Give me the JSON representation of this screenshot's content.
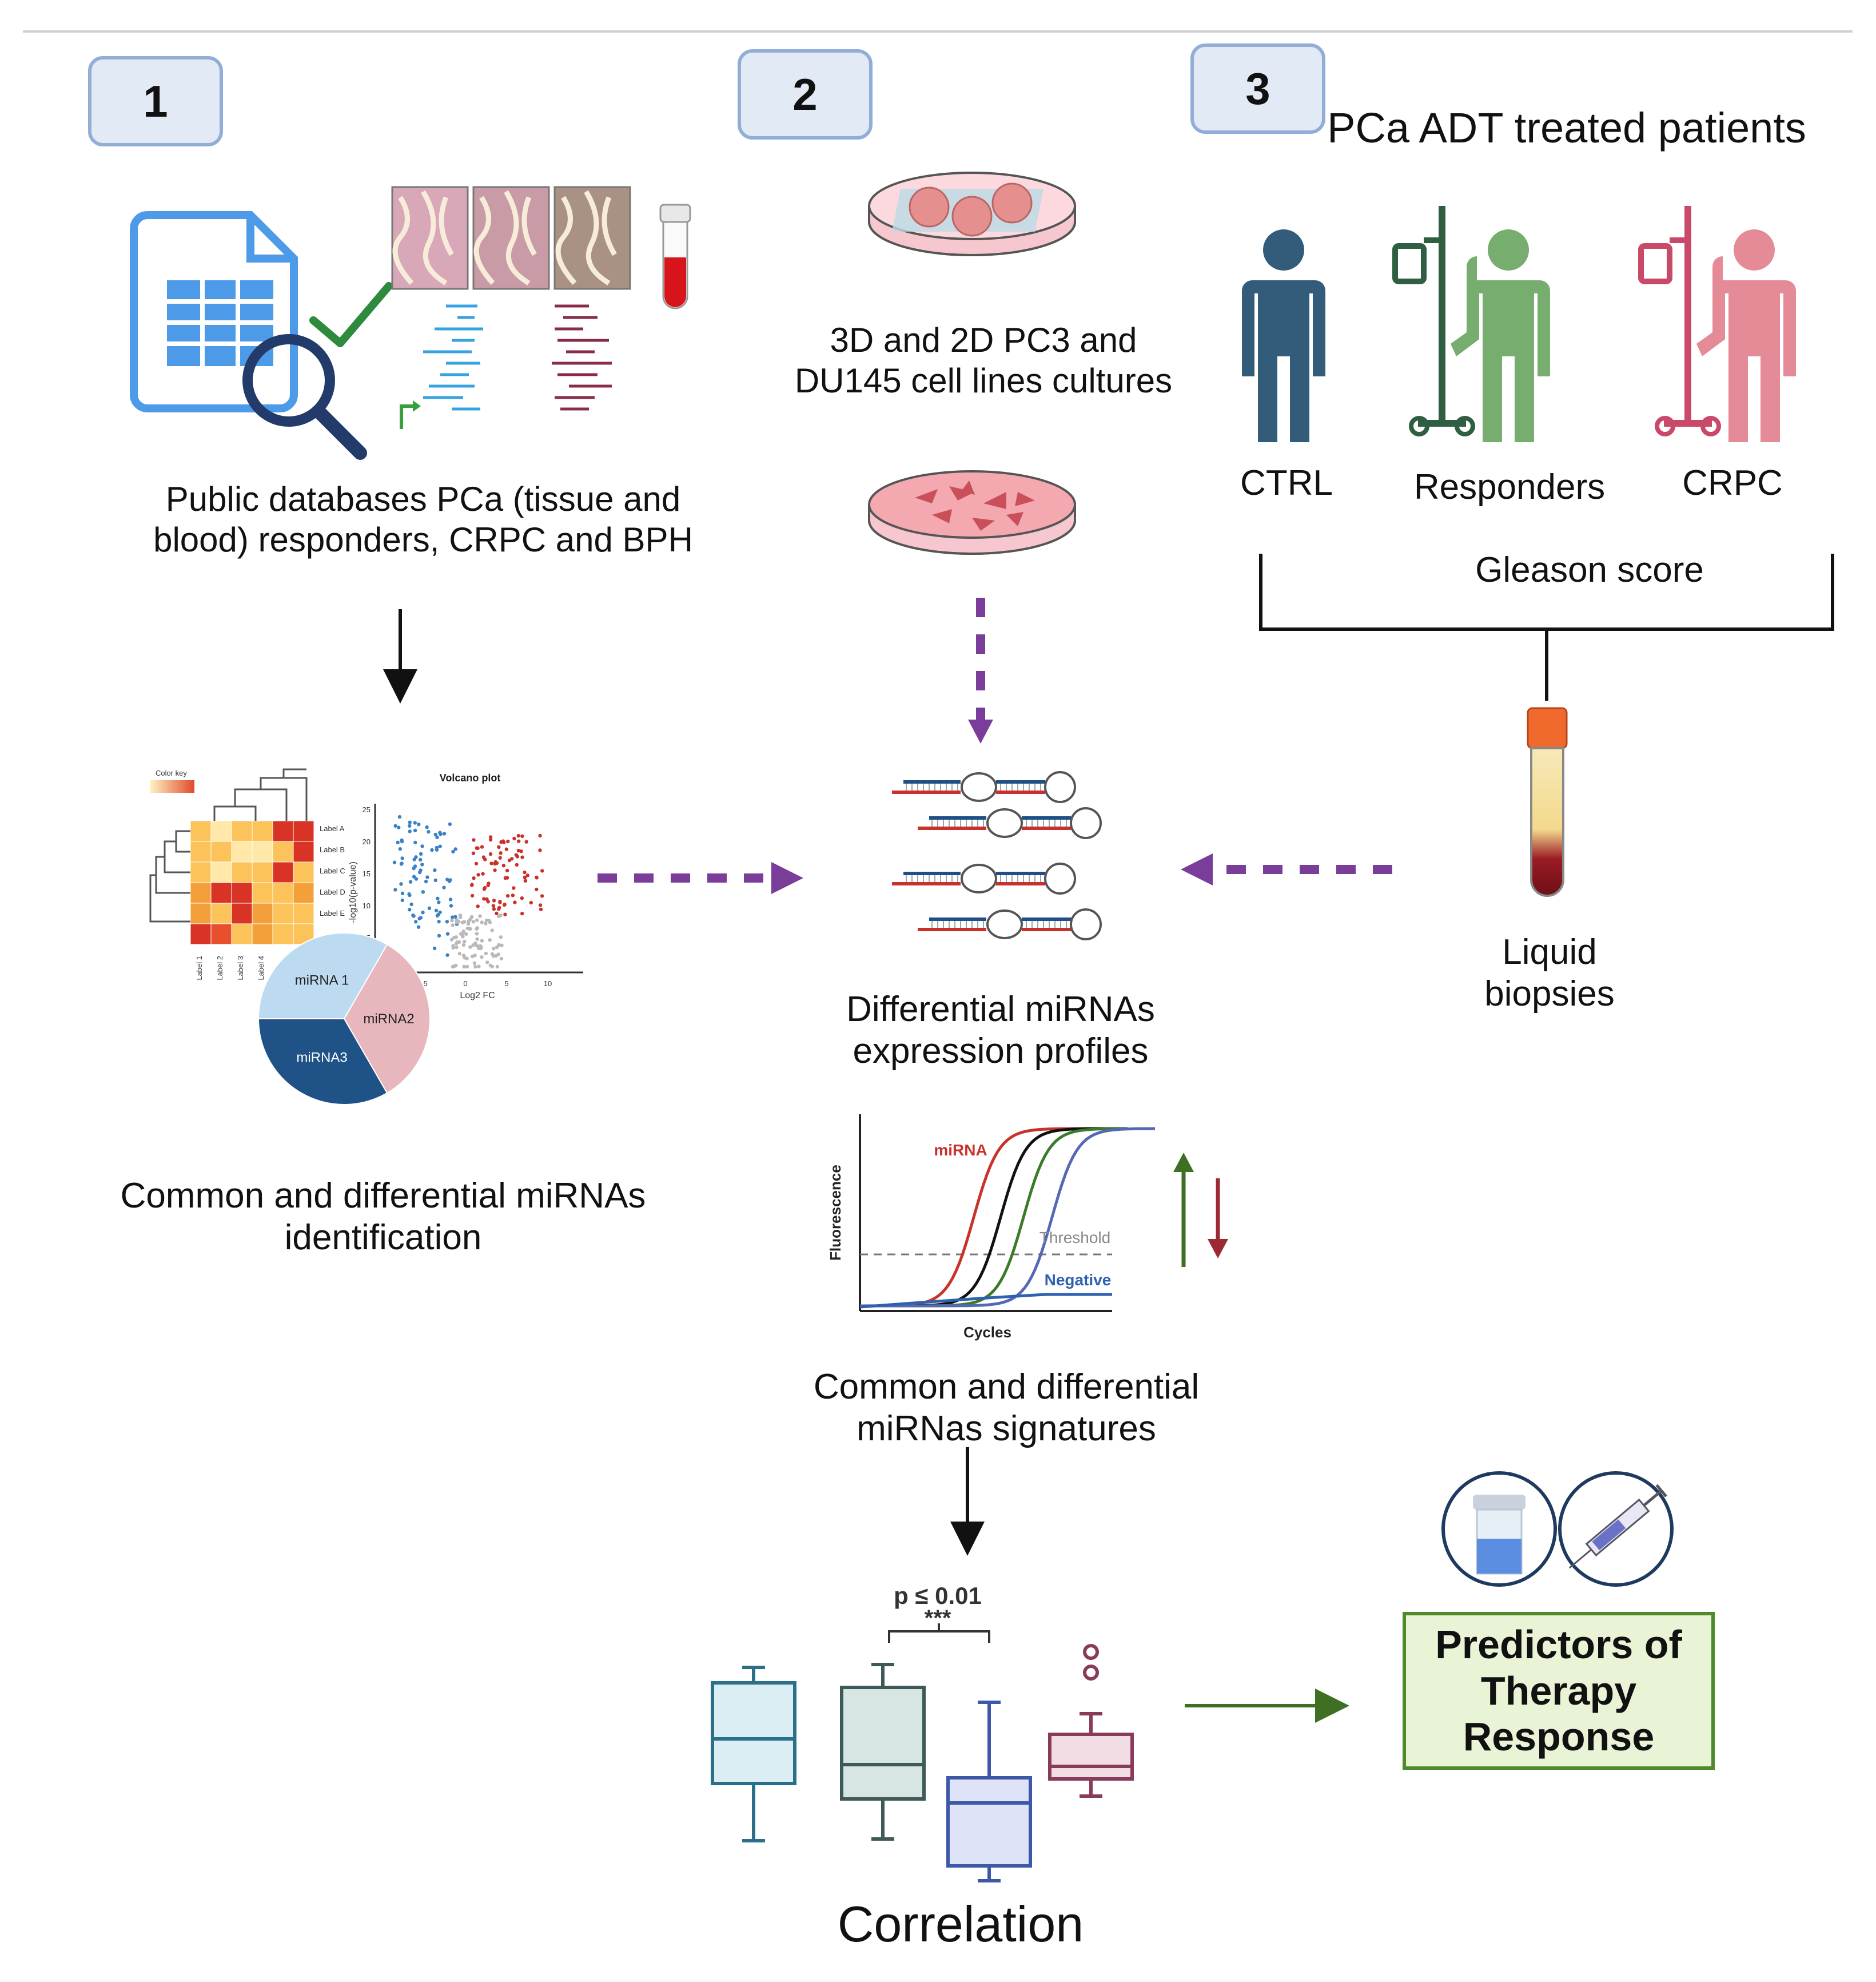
{
  "steps": [
    "1",
    "2",
    "3"
  ],
  "headers": {
    "patients_title": "PCa ADT treated patients"
  },
  "captions": {
    "public_db": "Public databases PCa (tissue and\nblood) responders, CRPC and BPH",
    "cultures": "3D and 2D PC3 and\nDU145 cell lines cultures",
    "identification": "Common and differential miRNAs\nidentification",
    "expression": "Differential miRNAs\nexpression profiles",
    "liquid": "Liquid\nbiopsies",
    "signatures": "Common and differential\nmiRNas signatures",
    "correlation": "Correlation"
  },
  "patients": {
    "ctrl": "CTRL",
    "responders": "Responders",
    "crpc": "CRPC",
    "gleason": "Gleason score"
  },
  "heatmap": {
    "color_key": "Color key",
    "row_labels": [
      "Label A",
      "Label B",
      "Label C",
      "Label D",
      "Label E"
    ],
    "col_labels": [
      "Label 1",
      "Label 2",
      "Label 3",
      "Label 4"
    ]
  },
  "volcano": {
    "title": "Volcano plot",
    "xlabel": "Log2 FC",
    "ylabel": "-log10(p-value)",
    "yticks": [
      "25",
      "20",
      "15",
      "10",
      "5"
    ],
    "xticks": [
      "-5",
      "0",
      "5",
      "10"
    ]
  },
  "pie": {
    "slices": [
      {
        "label": "miRNA 1",
        "value": 1,
        "color": "#bcdaf0"
      },
      {
        "label": "miRNA2",
        "value": 1,
        "color": "#e8b7bd"
      },
      {
        "label": "miRNA3",
        "value": 1,
        "color": "#1f5286"
      }
    ]
  },
  "pcr": {
    "curve_label": "miRNA",
    "threshold": "Threshold",
    "negative": "Negative",
    "xlabel": "Cycles",
    "ylabel": "Fluorescence"
  },
  "stats": {
    "p_value": "p ≤ 0.01",
    "stars": "***"
  },
  "predictors": "Predictors of\nTherapy\nResponse",
  "colors": {
    "purple_arrow": "#7a3d99",
    "green_arrow": "#3f6f23",
    "ctrl": "#325c7a",
    "responders": "#77ad6e",
    "crpc": "#e58b97",
    "step_border": "#93aed6"
  }
}
